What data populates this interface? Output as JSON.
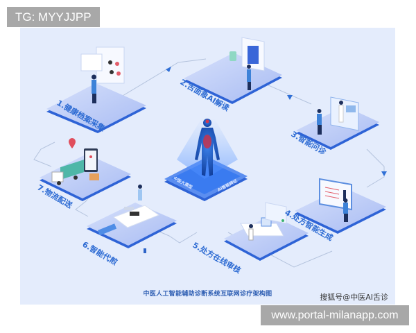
{
  "watermark_tag": "TG: MYYJJPP",
  "watermark_site": "www.portal-milanapp.com",
  "diagram": {
    "caption": "中医人工智能辅助诊断系统互联网诊疗架构图",
    "credit": "搜狐号@中医AI舌诊",
    "center": {
      "label_left": "中医大模型",
      "label_right": "AI智能辨证",
      "icon": "human-body-anatomy-icon"
    },
    "steps": [
      {
        "label": "1.健康档案采集",
        "icon": "health-record-screen-icon"
      },
      {
        "label": "2.舌面象AI解读",
        "icon": "tongue-scan-screen-icon"
      },
      {
        "label": "3.智能问诊",
        "icon": "laptop-doctor-consultation-icon"
      },
      {
        "label": "4.处方智能生成",
        "icon": "monitor-prescription-icon"
      },
      {
        "label": "5.处方在线审核",
        "icon": "pharmacist-review-desk-icon"
      },
      {
        "label": "6.智能代煎",
        "icon": "herbal-decoction-icon"
      },
      {
        "label": "7.物流配送",
        "icon": "delivery-truck-icon"
      }
    ],
    "colors": {
      "background": "#e4ecfc",
      "platform_top": "#b9c9f6",
      "platform_edge": "#2e63d6",
      "label": "#2d6bd3",
      "arrow": "#2f6fd6",
      "connector": "#b8c6de"
    }
  }
}
